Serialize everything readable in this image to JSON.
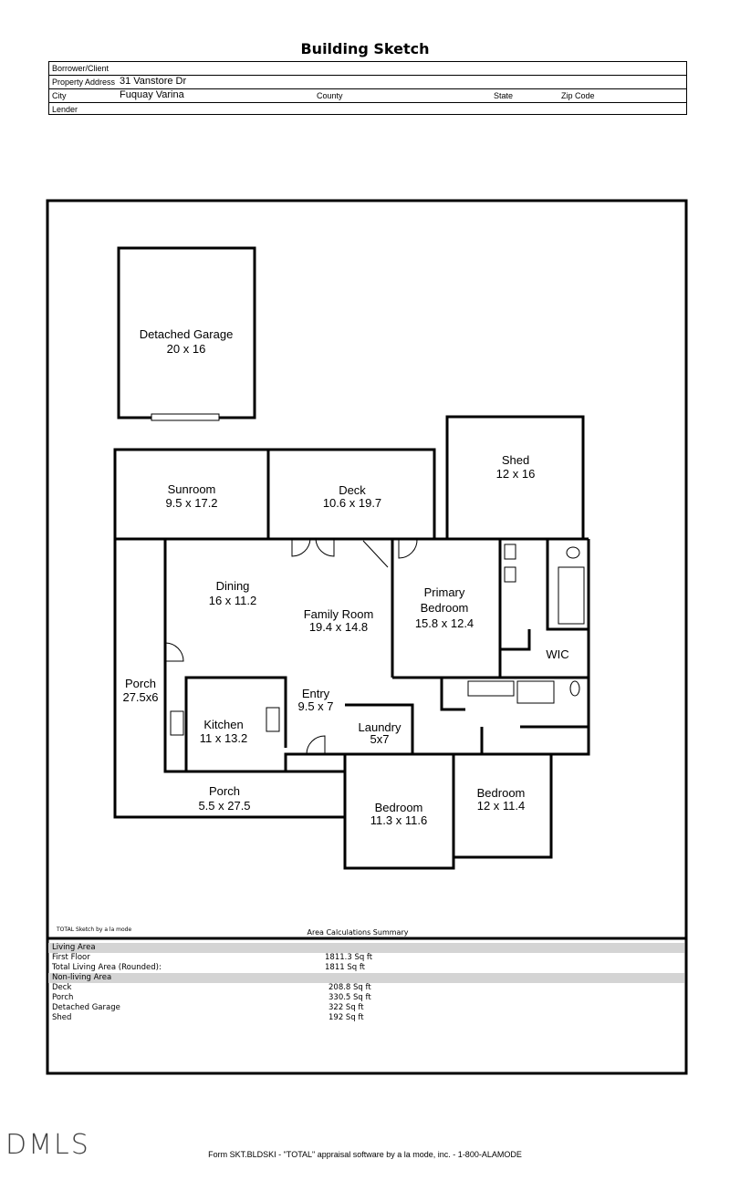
{
  "title": "Building Sketch",
  "header": {
    "borrower_label": "Borrower/Client",
    "address_label": "Property Address",
    "address": "31 Vanstore Dr",
    "city_label": "City",
    "city": "Fuquay Varina",
    "county_label": "County",
    "state_label": "State",
    "zip_label": "Zip Code",
    "lender_label": "Lender"
  },
  "rooms": {
    "garage": {
      "name": "Detached Garage",
      "dims": "20 x 16"
    },
    "shed": {
      "name": "Shed",
      "dims": "12 x 16"
    },
    "sunroom": {
      "name": "Sunroom",
      "dims": "9.5 x 17.2"
    },
    "deck": {
      "name": "Deck",
      "dims": "10.6 x 19.7"
    },
    "dining": {
      "name": "Dining",
      "dims": "16 x 11.2"
    },
    "family": {
      "name": "Family Room",
      "dims": "19.4 x 14.8"
    },
    "primary": {
      "name1": "Primary",
      "name2": "Bedroom",
      "dims": "15.8 x 12.4"
    },
    "wic": {
      "name": "WIC"
    },
    "porch_side": {
      "name": "Porch",
      "dims": "27.5x6"
    },
    "kitchen": {
      "name": "Kitchen",
      "dims": "11 x 13.2"
    },
    "entry": {
      "name": "Entry",
      "dims": "9.5 x 7"
    },
    "laundry": {
      "name": "Laundry",
      "dims": "5x7"
    },
    "porch_front": {
      "name": "Porch",
      "dims": "5.5 x 27.5"
    },
    "bedroom1": {
      "name": "Bedroom",
      "dims": "11.3 x 11.6"
    },
    "bedroom2": {
      "name": "Bedroom",
      "dims": "12 x 11.4"
    }
  },
  "sketch_credit": "TOTAL Sketch by a la mode",
  "summary": {
    "title": "Area Calculations Summary",
    "living_header": "Living Area",
    "first_floor": {
      "label": "First Floor",
      "value": "1811.3 Sq ft"
    },
    "total_living": {
      "label": "Total Living Area (Rounded):",
      "value": "1811 Sq ft"
    },
    "nonliving_header": "Non-living Area",
    "deck": {
      "label": "Deck",
      "value": "208.8 Sq ft"
    },
    "porch": {
      "label": "Porch",
      "value": "330.5 Sq ft"
    },
    "garage": {
      "label": "Detached Garage",
      "value": "322 Sq ft"
    },
    "shed": {
      "label": "Shed",
      "value": "192 Sq ft"
    }
  },
  "logo": "DMLS",
  "footer": "Form SKT.BLDSKI - \"TOTAL\" appraisal software by a la mode, inc. - 1-800-ALAMODE"
}
